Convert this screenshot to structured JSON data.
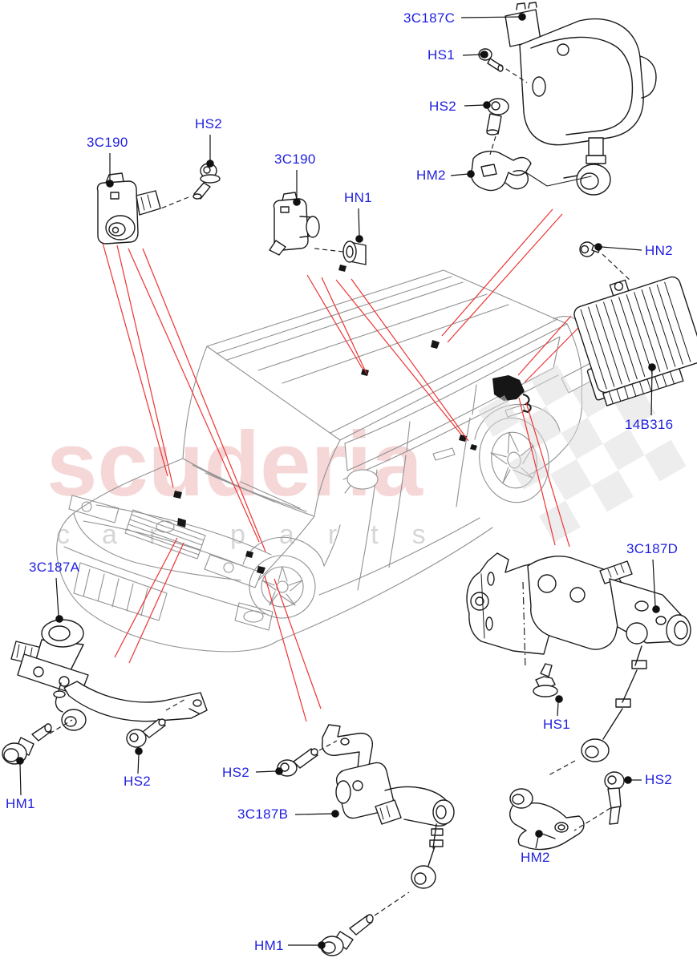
{
  "watermark": {
    "word": "scuderia",
    "sub_left": "car",
    "sub_right": "parts"
  },
  "colors": {
    "label_blue": "#1f1fe0",
    "leader_red": "#ee3333",
    "watermark_pink": "#f6d7d7",
    "watermark_gray": "#d6d6d6",
    "part_line": "#1b1b1b",
    "car_line": "#919191"
  },
  "labels": [
    "3C187C",
    "HS1",
    "HS2",
    "HM2",
    "3C190",
    "HS2",
    "3C190",
    "HN1",
    "HN2",
    "14B316",
    "3C187A",
    "HM1",
    "HS2",
    "HS2",
    "3C187B",
    "HM1",
    "3C187D",
    "HS1",
    "HS2",
    "HM2"
  ]
}
